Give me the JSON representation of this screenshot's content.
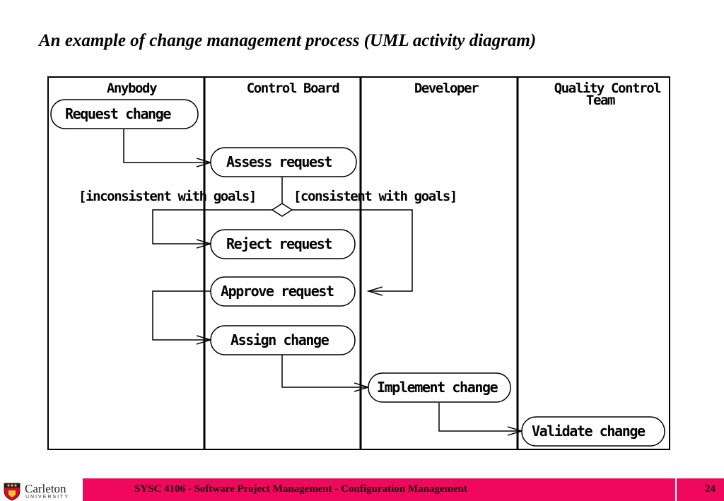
{
  "slide": {
    "title": "An example of change management process (UML activity diagram)"
  },
  "lanes": [
    {
      "name": "Anybody"
    },
    {
      "name": "Control Board"
    },
    {
      "name": "Developer"
    },
    {
      "name": "Quality Control",
      "name2": "Team"
    }
  ],
  "activities": {
    "request_change": "Request change",
    "assess_request": "Assess request",
    "reject_request": "Reject request",
    "approve_request": "Approve request",
    "assign_change": "Assign change",
    "implement_change": "Implement change",
    "validate_change": "Validate change"
  },
  "guards": {
    "inconsistent": "[inconsistent with goals]",
    "consistent": "[consistent with goals]"
  },
  "footer": {
    "logo_name": "Carleton",
    "logo_sub": "UNIVERSITY",
    "course_text": "SYSC 4106 - Software Project Management - Configuration Management",
    "page_number": "24"
  },
  "colors": {
    "footer_bar": "#f0085c"
  }
}
